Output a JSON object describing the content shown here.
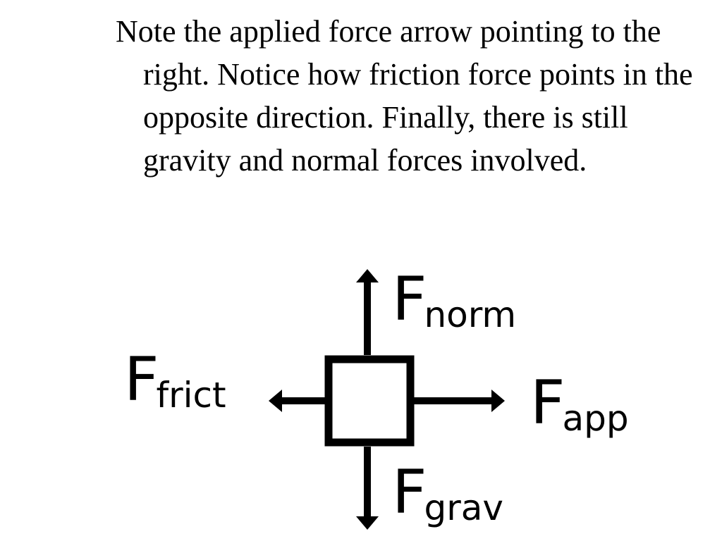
{
  "slide": {
    "text": "Note the applied force arrow pointing to the right. Notice how friction force points in the opposite direction. Finally, there is still gravity and normal forces involved."
  },
  "diagram": {
    "labels": {
      "normal": {
        "main": "F",
        "sub": "norm"
      },
      "friction": {
        "main": "F",
        "sub": "frict"
      },
      "applied": {
        "main": "F",
        "sub": "app"
      },
      "gravity": {
        "main": "F",
        "sub": "grav"
      }
    },
    "colors": {
      "ink": "#000000",
      "background": "#ffffff"
    }
  }
}
